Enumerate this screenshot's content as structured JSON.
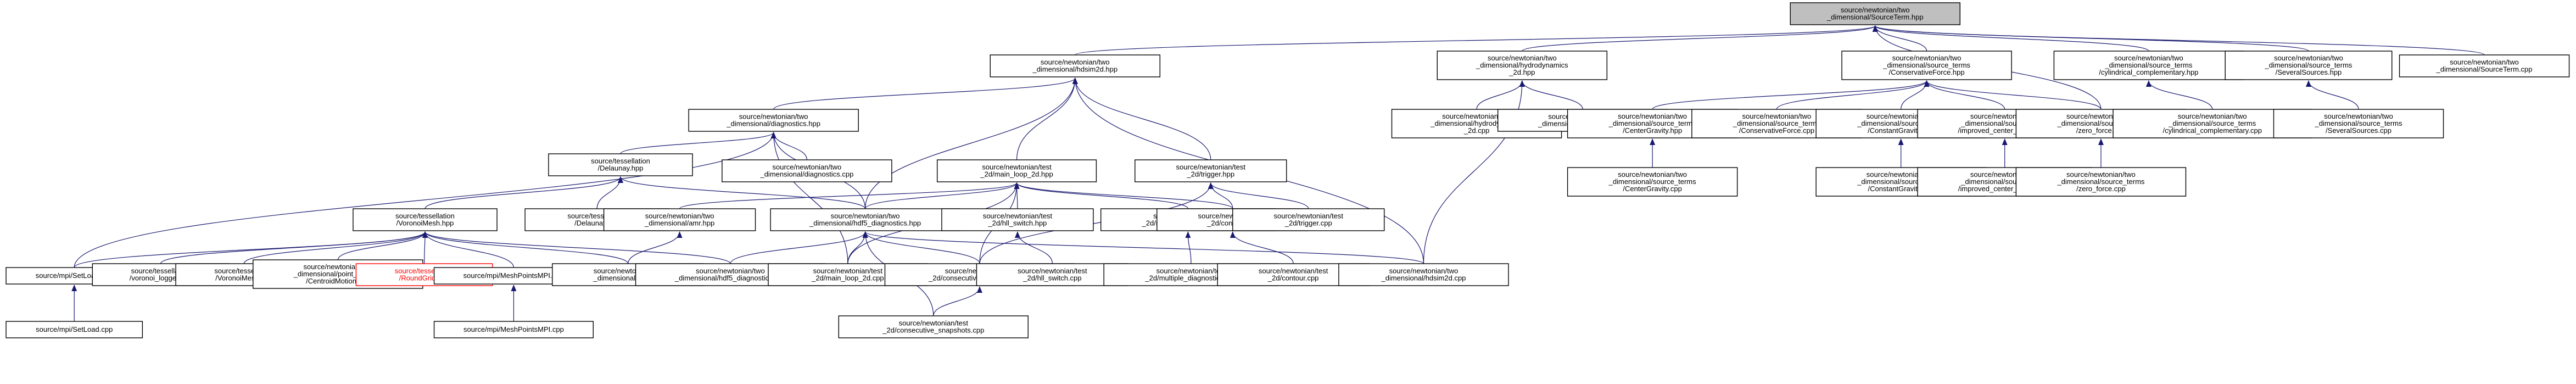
{
  "graph": {
    "colors": {
      "edge": "#191970",
      "current_fill": "#bfbfbf",
      "missing_text": "#ff0000",
      "node_border": "#000000"
    },
    "nodes": [
      {
        "id": "st",
        "lines": [
          "source/newtonian/two",
          "_dimensional/SourceTerm.hpp"
        ],
        "current": true
      },
      {
        "id": "hdsim",
        "lines": [
          "source/newtonian/two",
          "_dimensional/hdsim2d.hpp"
        ]
      },
      {
        "id": "hydro",
        "lines": [
          "source/newtonian/two",
          "_dimensional/hydrodynamics",
          "_2d.hpp"
        ]
      },
      {
        "id": "cf",
        "lines": [
          "source/newtonian/two",
          "_dimensional/source_terms",
          "/ConservativeForce.hpp"
        ]
      },
      {
        "id": "cyl",
        "lines": [
          "source/newtonian/two",
          "_dimensional/source_terms",
          "/cylindrical_complementary.hpp"
        ]
      },
      {
        "id": "sev",
        "lines": [
          "source/newtonian/two",
          "_dimensional/source_terms",
          "/SeveralSources.hpp"
        ]
      },
      {
        "id": "stcpp",
        "lines": [
          "source/newtonian/two",
          "_dimensional/SourceTerm.cpp"
        ]
      },
      {
        "id": "diag",
        "lines": [
          "source/newtonian/two",
          "_dimensional/diagnostics.hpp"
        ]
      },
      {
        "id": "main",
        "lines": [
          "source/newtonian/test",
          "_2d/main_loop_2d.hpp"
        ]
      },
      {
        "id": "trig",
        "lines": [
          "source/newtonian/test",
          "_2d/trigger.hpp"
        ]
      },
      {
        "id": "hydcpp",
        "lines": [
          "source/newtonian/two",
          "_dimensional/hydrodynamics",
          "_2d.cpp"
        ]
      },
      {
        "id": "simp",
        "lines": [
          "source/newtonian/two",
          "_dimensional/simple_cfl.cpp"
        ]
      },
      {
        "id": "cg",
        "lines": [
          "source/newtonian/two",
          "_dimensional/source_terms",
          "/CenterGravity.hpp"
        ]
      },
      {
        "id": "cfcpp",
        "lines": [
          "source/newtonian/two",
          "_dimensional/source_terms",
          "/ConservativeForce.cpp"
        ]
      },
      {
        "id": "cgr",
        "lines": [
          "source/newtonian/two",
          "_dimensional/source_terms",
          "/ConstantGravity.hpp"
        ]
      },
      {
        "id": "icg",
        "lines": [
          "source/newtonian/two",
          "_dimensional/source_terms",
          "/improved_center_gravity.hpp"
        ]
      },
      {
        "id": "zf",
        "lines": [
          "source/newtonian/two",
          "_dimensional/source_terms",
          "/zero_force.hpp"
        ]
      },
      {
        "id": "cylcpp",
        "lines": [
          "source/newtonian/two",
          "_dimensional/source_terms",
          "/cylindrical_complementary.cpp"
        ]
      },
      {
        "id": "sevcpp",
        "lines": [
          "source/newtonian/two",
          "_dimensional/source_terms",
          "/SeveralSources.cpp"
        ]
      },
      {
        "id": "del",
        "lines": [
          "source/tessellation",
          "/Delaunay.hpp"
        ]
      },
      {
        "id": "diagcpp",
        "lines": [
          "source/newtonian/two",
          "_dimensional/diagnostics.cpp"
        ]
      },
      {
        "id": "cgcpp",
        "lines": [
          "source/newtonian/two",
          "_dimensional/source_terms",
          "/CenterGravity.cpp"
        ]
      },
      {
        "id": "cgrcpp",
        "lines": [
          "source/newtonian/two",
          "_dimensional/source_terms",
          "/ConstantGravity.cpp"
        ]
      },
      {
        "id": "icgcpp",
        "lines": [
          "source/newtonian/two",
          "_dimensional/source_terms",
          "/improved_center_gravity.cpp"
        ]
      },
      {
        "id": "zfcpp",
        "lines": [
          "source/newtonian/two",
          "_dimensional/source_terms",
          "/zero_force.cpp"
        ]
      },
      {
        "id": "vm",
        "lines": [
          "source/tessellation",
          "/VoronoiMesh.hpp"
        ]
      },
      {
        "id": "delcpp",
        "lines": [
          "source/tessellation",
          "/Delaunay.cpp"
        ]
      },
      {
        "id": "amr",
        "lines": [
          "source/newtonian/two",
          "_dimensional/amr.hpp"
        ]
      },
      {
        "id": "hdf5",
        "lines": [
          "source/newtonian/two",
          "_dimensional/hdf5_diagnostics.hpp"
        ]
      },
      {
        "id": "hllc",
        "lines": [
          "source/newtonian/test",
          "_2d/hll_switch.hpp"
        ]
      },
      {
        "id": "mdiag",
        "lines": [
          "source/newtonian/test",
          "_2d/multiple_diagnostics.hpp"
        ]
      },
      {
        "id": "cont",
        "lines": [
          "source/newtonian/test",
          "_2d/contour.hpp"
        ]
      },
      {
        "id": "trigcpp",
        "lines": [
          "source/newtonian/test",
          "_2d/trigger.cpp"
        ]
      },
      {
        "id": "setload",
        "lines": [
          "source/mpi/SetLoad.hpp"
        ]
      },
      {
        "id": "vlog",
        "lines": [
          "source/tessellation",
          "/voronoi_logger.cpp"
        ]
      },
      {
        "id": "vmcpp",
        "lines": [
          "source/tessellation",
          "/VoronoiMesh.cpp"
        ]
      },
      {
        "id": "pm",
        "lines": [
          "source/newtonian/two",
          "_dimensional/point_motions",
          "/CentroidMotion.cpp"
        ]
      },
      {
        "id": "rg",
        "lines": [
          "source/tessellation",
          "/RoundGrid.hpp"
        ],
        "missing": true
      },
      {
        "id": "mpm",
        "lines": [
          "source/mpi/MeshPointsMPI.hpp"
        ]
      },
      {
        "id": "amrcpp",
        "lines": [
          "source/newtonian/two",
          "_dimensional/amr.cpp"
        ]
      },
      {
        "id": "hdf5cpp",
        "lines": [
          "source/newtonian/two",
          "_dimensional/hdf5_diagnostics.cpp"
        ]
      },
      {
        "id": "maincpp",
        "lines": [
          "source/newtonian/test",
          "_2d/main_loop_2d.cpp"
        ]
      },
      {
        "id": "cons",
        "lines": [
          "source/newtonian/test",
          "_2d/consecutive_snapshots.hpp"
        ]
      },
      {
        "id": "hllccpp",
        "lines": [
          "source/newtonian/test",
          "_2d/hll_switch.cpp"
        ]
      },
      {
        "id": "mdiagcpp",
        "lines": [
          "source/newtonian/test",
          "_2d/multiple_diagnostics.cpp"
        ]
      },
      {
        "id": "contcpp",
        "lines": [
          "source/newtonian/test",
          "_2d/contour.cpp"
        ]
      },
      {
        "id": "hdsimcpp",
        "lines": [
          "source/newtonian/two",
          "_dimensional/hdsim2d.cpp"
        ]
      },
      {
        "id": "setloadcpp",
        "lines": [
          "source/mpi/SetLoad.cpp"
        ]
      },
      {
        "id": "mpmcpp",
        "lines": [
          "source/mpi/MeshPointsMPI.cpp"
        ]
      },
      {
        "id": "conscpp",
        "lines": [
          "source/newtonian/test",
          "_2d/consecutive_snapshots.cpp"
        ]
      }
    ],
    "edges": [
      [
        "hdsim",
        "st"
      ],
      [
        "hydro",
        "st"
      ],
      [
        "cf",
        "st"
      ],
      [
        "cyl",
        "st"
      ],
      [
        "sev",
        "st"
      ],
      [
        "stcpp",
        "st"
      ],
      [
        "zf",
        "st"
      ],
      [
        "diag",
        "hdsim"
      ],
      [
        "main",
        "hdsim"
      ],
      [
        "trig",
        "hdsim"
      ],
      [
        "hdf5",
        "hdsim"
      ],
      [
        "hdsimcpp",
        "hdsim"
      ],
      [
        "hydcpp",
        "hydro"
      ],
      [
        "simp",
        "hydro"
      ],
      [
        "hdsimcpp",
        "hydro"
      ],
      [
        "cg",
        "cf"
      ],
      [
        "cfcpp",
        "cf"
      ],
      [
        "cgr",
        "cf"
      ],
      [
        "icg",
        "cf"
      ],
      [
        "zf",
        "cf"
      ],
      [
        "cylcpp",
        "cyl"
      ],
      [
        "sevcpp",
        "sev"
      ],
      [
        "setload",
        "diag"
      ],
      [
        "del",
        "diag"
      ],
      [
        "diagcpp",
        "diag"
      ],
      [
        "hdf5",
        "diag"
      ],
      [
        "maincpp",
        "diag"
      ],
      [
        "amr",
        "main"
      ],
      [
        "hdf5",
        "main"
      ],
      [
        "hllc",
        "main"
      ],
      [
        "mdiag",
        "main"
      ],
      [
        "cont",
        "main"
      ],
      [
        "maincpp",
        "main"
      ],
      [
        "cons",
        "main"
      ],
      [
        "cont",
        "trig"
      ],
      [
        "trigcpp",
        "trig"
      ],
      [
        "cons",
        "trig"
      ],
      [
        "cgcpp",
        "cg"
      ],
      [
        "cgrcpp",
        "cgr"
      ],
      [
        "icgcpp",
        "icg"
      ],
      [
        "zfcpp",
        "zf"
      ],
      [
        "vm",
        "del"
      ],
      [
        "delcpp",
        "del"
      ],
      [
        "hdf5",
        "del"
      ],
      [
        "setload",
        "vm"
      ],
      [
        "vlog",
        "vm"
      ],
      [
        "vmcpp",
        "vm"
      ],
      [
        "pm",
        "vm"
      ],
      [
        "rg",
        "vm"
      ],
      [
        "mpm",
        "vm"
      ],
      [
        "amrcpp",
        "vm"
      ],
      [
        "hdf5cpp",
        "vm"
      ],
      [
        "amrcpp",
        "amr"
      ],
      [
        "hdf5cpp",
        "hdf5"
      ],
      [
        "maincpp",
        "hdf5"
      ],
      [
        "cons",
        "hdf5"
      ],
      [
        "hdsimcpp",
        "hdf5"
      ],
      [
        "conscpp",
        "hdf5"
      ],
      [
        "hllccpp",
        "hllc"
      ],
      [
        "mdiagcpp",
        "mdiag"
      ],
      [
        "contcpp",
        "cont"
      ],
      [
        "setloadcpp",
        "setload"
      ],
      [
        "mpmcpp",
        "mpm"
      ],
      [
        "conscpp",
        "cons"
      ]
    ]
  }
}
